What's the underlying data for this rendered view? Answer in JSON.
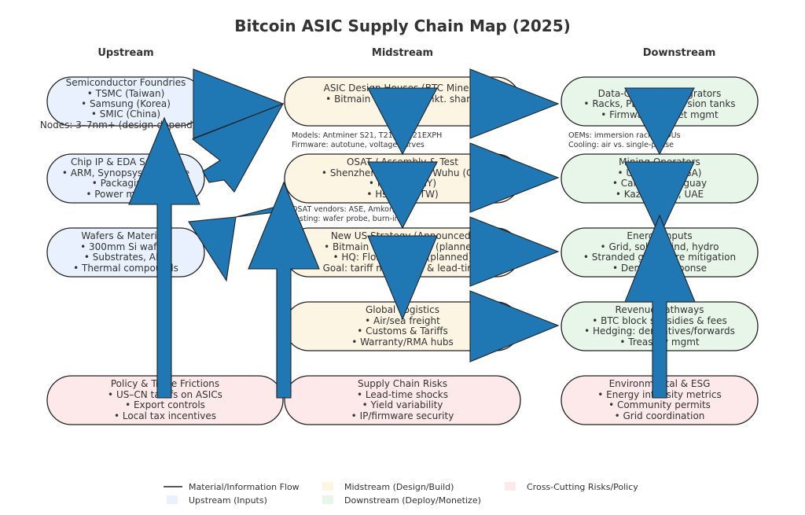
{
  "title": "Bitcoin ASIC Supply Chain Map (2025)",
  "columns": {
    "upstream": "Upstream",
    "midstream": "Midstream",
    "downstream": "Downstream"
  },
  "colors": {
    "upstream_fill": "#e8f1fd",
    "midstream_fill": "#fdf5e4",
    "downstream_fill": "#e8f5e9",
    "risk_fill": "#fde9e9",
    "arrow": "#1f77b4",
    "outline": "#222222"
  },
  "nodes": {
    "foundries": [
      "Semiconductor Foundries",
      "• TSMC (Taiwan)",
      "• Samsung (Korea)",
      "• SMIC (China)",
      "Nodes: 3–7nm+ (design-dependent)"
    ],
    "chip_ip": [
      "Chip IP & EDA Software",
      "• ARM, Synopsys, Cadence",
      "• Packaging IP",
      "• Power mgmt IP"
    ],
    "wafers": [
      "Wafers & Materials",
      "• 300mm Si wafers",
      "• Substrates, ABF",
      "• Thermal compounds"
    ],
    "policy": [
      "Policy & Trade Frictions",
      "• US–CN tariffs on ASICs",
      "• Export controls",
      "• Local tax incentives"
    ],
    "asic_design": [
      "ASIC Design Houses (BTC Miners)",
      "• Bitmain (dominant mkt. share)"
    ],
    "osat": [
      "OSAT / Assembly & Test",
      "• Shenzhen, Shanghai, Wuhu (CN)",
      "• Penang (MY)",
      "• Hsinchu (TW)"
    ],
    "us_strategy": [
      "New US Strategy (Announced)",
      "• Bitmain US assembly (planned)",
      "• HQ: Florida/Texas (planned)",
      "Goal: tariff mitigation & lead-time"
    ],
    "logistics": [
      "Global Logistics",
      "• Air/sea freight",
      "• Customs & Tariffs",
      "• Warranty/RMA hubs"
    ],
    "risks": [
      "Supply Chain Risks",
      "• Lead-time shocks",
      "• Yield variability",
      "• IP/firmware security"
    ],
    "datacenter": [
      "Data-Center & Integrators",
      "• Racks, PDUs, immersion tanks",
      "• Firmware & fleet mgmt"
    ],
    "mining_ops": [
      "Mining Operators",
      "• US (TX, ND, GA)",
      "• Canada, Paraguay",
      "• Kazakhstan, UAE"
    ],
    "energy": [
      "Energy Inputs",
      "• Grid, solar, wind, hydro",
      "• Stranded gas / flare mitigation",
      "• Demand response"
    ],
    "revenue": [
      "Revenue Pathways",
      "• BTC block subsidies & fees",
      "• Hedging: derivatives/forwards",
      "• Treasury mgmt"
    ],
    "esg": [
      "Environmental & ESG",
      "• Energy intensity metrics",
      "• Community permits",
      "• Grid coordination"
    ]
  },
  "notes": {
    "models": [
      "Models: Antminer S21, T21, U3S21EXPH",
      "Firmware: autotune, voltage curves"
    ],
    "osat_vendors": [
      "OSAT vendors: ASE, Amkor, JCET",
      "Testing: wafer probe, burn-in"
    ],
    "oems": [
      "OEMs: immersion racks, PDUs",
      "Cooling: air vs. single-phase"
    ]
  },
  "legend": {
    "flow": "Material/Information Flow",
    "upstream": "Upstream (Inputs)",
    "midstream": "Midstream (Design/Build)",
    "downstream": "Downstream (Deploy/Monetize)",
    "risks": "Cross-Cutting Risks/Policy"
  }
}
